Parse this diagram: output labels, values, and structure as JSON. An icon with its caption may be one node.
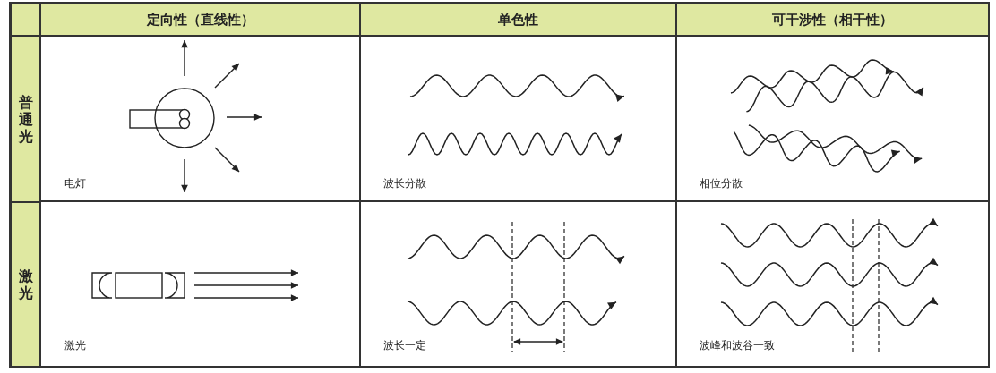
{
  "diagram": {
    "labels": [
      "定向性（直线性）",
      "单色性",
      "可干涉性（相干性）",
      "普通光",
      "电灯",
      "波长分散",
      "相位分散",
      "激光",
      "激光",
      "波长一定",
      "波峰和波谷一致"
    ]
  }
}
